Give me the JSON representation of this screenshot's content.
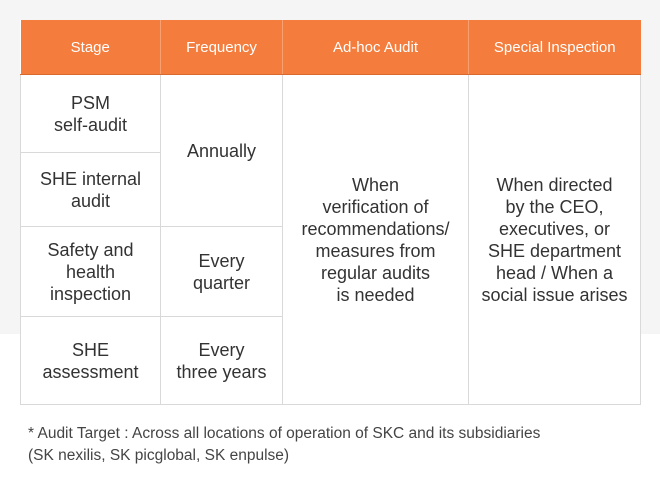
{
  "table": {
    "headers": [
      "Stage",
      "Frequency",
      "Ad-hoc Audit",
      "Special Inspection"
    ],
    "stages": [
      "PSM\nself-audit",
      "SHE internal\naudit",
      "Safety and\nhealth\ninspection",
      "SHE\nassessment"
    ],
    "frequencies": [
      "Annually",
      "Every\nquarter",
      "Every\nthree years"
    ],
    "ad_hoc": "When\nverification of\nrecommendations/\nmeasures from\nregular audits\nis needed",
    "special": "When directed\nby the CEO,\nexecutives, or\nSHE department\nhead / When a\nsocial issue arises"
  },
  "note": {
    "line1": "* Audit Target : Across all locations of operation of SKC and its subsidiaries",
    "line2": "(SK nexilis, SK picglobal, SK enpulse)"
  }
}
